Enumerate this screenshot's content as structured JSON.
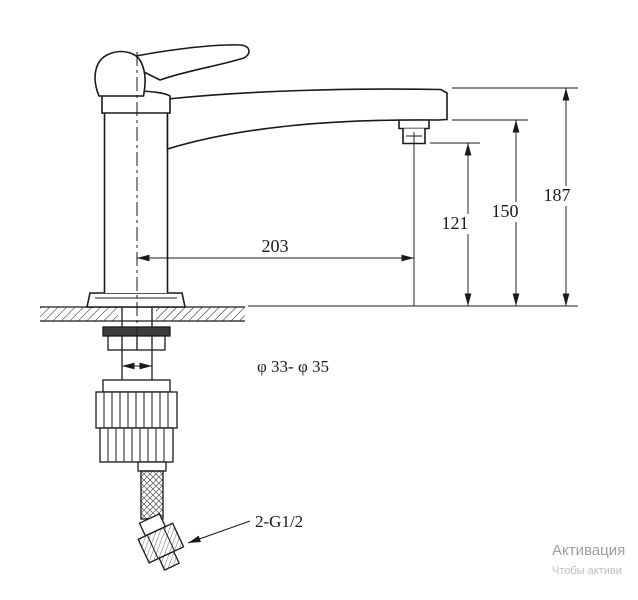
{
  "drawing": {
    "labels": {
      "span": "203",
      "outlet_height": "121",
      "spout_height": "150",
      "overall_height": "187",
      "mount_hole_diameter": "φ 33- φ 35",
      "hose_thread": "2-G1/2"
    }
  },
  "watermark": {
    "line1": "Активация",
    "line2": "Чтобы активи"
  },
  "colors": {
    "line": "#1a1a1a",
    "watermark_primary": "#9e9e9e",
    "watermark_secondary": "#bdbdbd"
  }
}
